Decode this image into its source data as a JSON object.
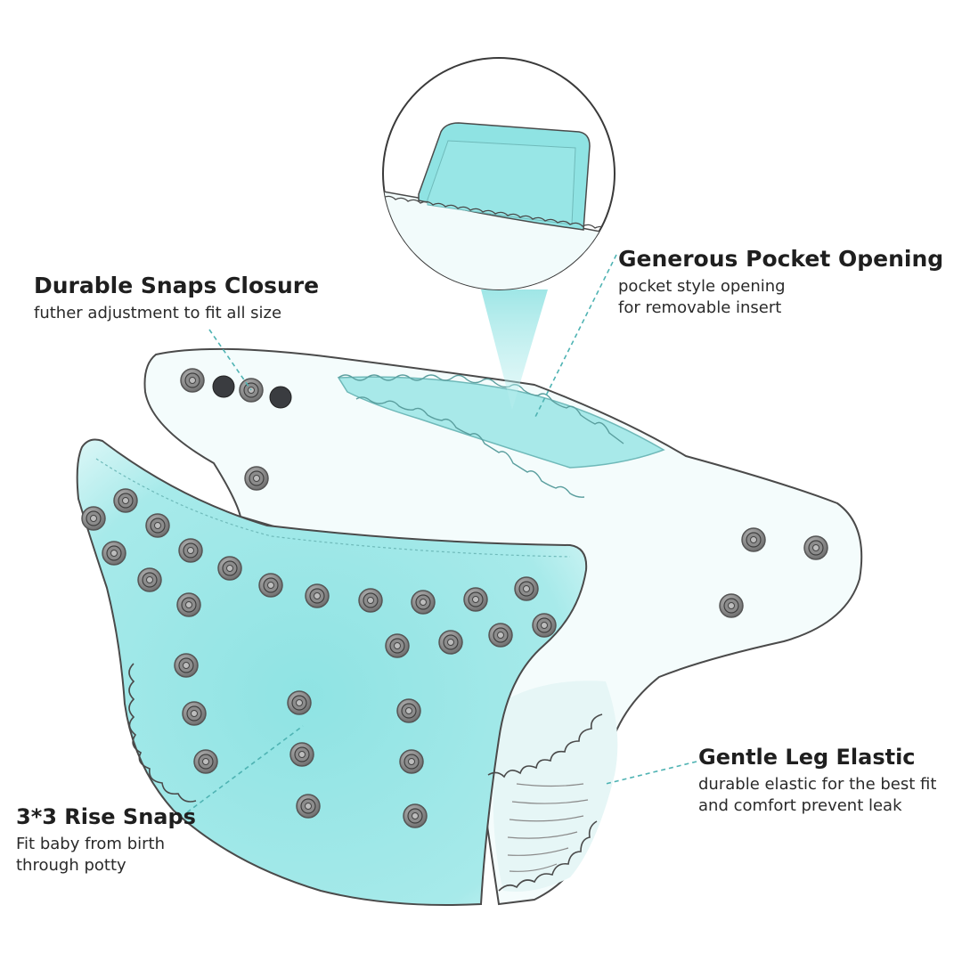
{
  "callouts": {
    "snaps_closure": {
      "title": "Durable Snaps Closure",
      "lines": [
        "futher adjustment to fit all size"
      ]
    },
    "pocket_opening": {
      "title": "Generous Pocket Opening",
      "lines": [
        "pocket style opening",
        "for removable insert"
      ]
    },
    "rise_snaps": {
      "title": "3*3 Rise Snaps",
      "lines": [
        "Fit baby from birth",
        "through potty"
      ]
    },
    "leg_elastic": {
      "title": "Gentle Leg Elastic",
      "lines": [
        "durable elastic for the best fit",
        "and comfort prevent leak"
      ]
    }
  },
  "colors": {
    "aqua": "#8fe3e3",
    "aqua_light": "#c9f2f2",
    "outline": "#4a4a4a",
    "snap": "#7b7b7b",
    "snap_dark": "#3a3c40",
    "leader": "#4fb3b3"
  }
}
